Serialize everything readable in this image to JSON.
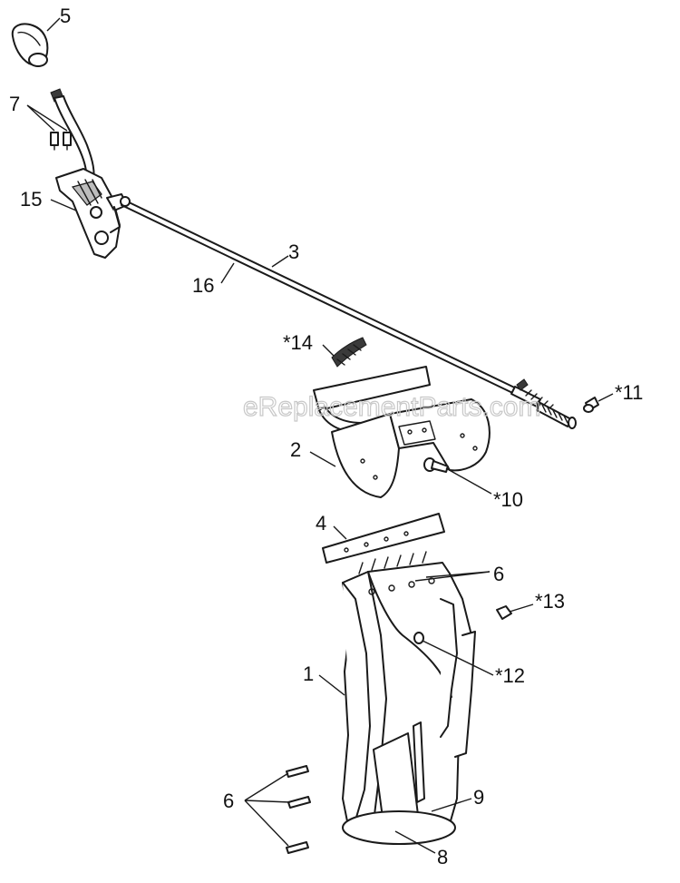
{
  "watermark": "eReplacementParts.com",
  "callouts": {
    "c5": "5",
    "c7": "7",
    "c15": "15",
    "c3": "3",
    "c16": "16",
    "c14": "*14",
    "c11": "*11",
    "c2": "2",
    "c10": "*10",
    "c4": "4",
    "c6a": "6",
    "c13": "*13",
    "c1": "1",
    "c12": "*12",
    "c6b": "6",
    "c9": "9",
    "c8": "8"
  },
  "colors": {
    "line": "#1a1a1a",
    "shade": "#bdbdbd",
    "watermark": "#c8c8c8"
  }
}
